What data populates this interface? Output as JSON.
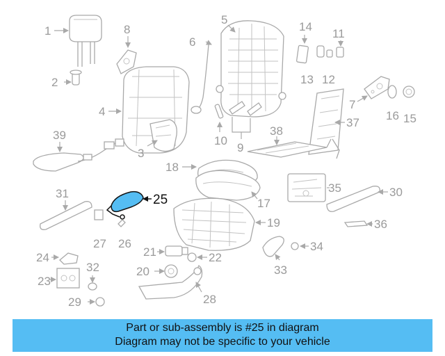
{
  "highlight_color": "#55bdf3",
  "banner": {
    "line1": "Part or sub-assembly is #25 in diagram",
    "line2": "Diagram may not be specific to your vehicle"
  },
  "labels": {
    "p1": "1",
    "p2": "2",
    "p3": "3",
    "p4": "4",
    "p5": "5",
    "p6": "6",
    "p7": "7",
    "p8": "8",
    "p9": "9",
    "p10": "10",
    "p11": "11",
    "p12": "12",
    "p13": "13",
    "p14": "14",
    "p15": "15",
    "p16": "16",
    "p17": "17",
    "p18": "18",
    "p19": "19",
    "p20": "20",
    "p21": "21",
    "p22": "22",
    "p23": "23",
    "p24": "24",
    "p25": "25",
    "p26": "26",
    "p27": "27",
    "p28": "28",
    "p29": "29",
    "p30": "30",
    "p31": "31",
    "p32": "32",
    "p33": "33",
    "p34": "34",
    "p35": "35",
    "p36": "36",
    "p37": "37",
    "p38": "38",
    "p39": "39"
  }
}
